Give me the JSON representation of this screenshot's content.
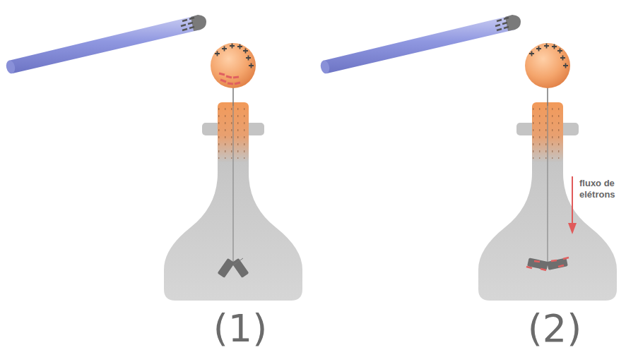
{
  "diagram": {
    "labels": [
      "(1)",
      "(2)",
      "fluxo de elétrons"
    ]
  }
}
